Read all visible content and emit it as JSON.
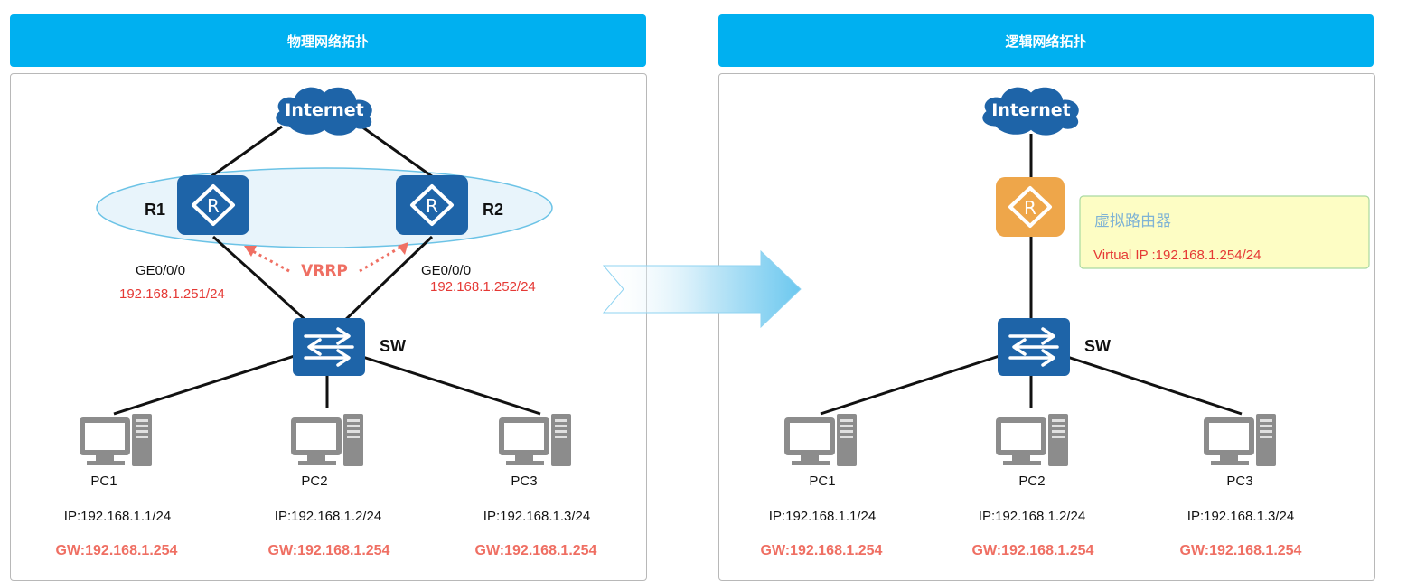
{
  "left_panel": {
    "title": "物理网络拓扑"
  },
  "right_panel": {
    "title": "逻辑网络拓扑"
  },
  "colors": {
    "header": "#00b0f0",
    "device_blue": "#1e64a8",
    "virtual_router": "#eea64a",
    "link": "#111111",
    "accent_red": "#e53935",
    "gw_red": "#ef6f63",
    "vrrp_ellipse_fill": "#e8f4fb",
    "vrrp_ellipse_stroke": "#6cc3e6",
    "info_box_fill": "#fdfdc4",
    "info_box_stroke": "#a9d9a0"
  },
  "physical": {
    "cloud": "Internet",
    "r1": {
      "label": "R1",
      "interface": "GE0/0/0",
      "ip": "192.168.1.251/24"
    },
    "r2": {
      "label": "R2",
      "interface": "GE0/0/0",
      "ip": "192.168.1.252/24"
    },
    "protocol": "VRRP",
    "switch": "SW",
    "pcs": [
      {
        "name": "PC1",
        "ip": "IP:192.168.1.1/24",
        "gw": "GW:192.168.1.254"
      },
      {
        "name": "PC2",
        "ip": "IP:192.168.1.2/24",
        "gw": "GW:192.168.1.254"
      },
      {
        "name": "PC3",
        "ip": "IP:192.168.1.3/24",
        "gw": "GW:192.168.1.254"
      }
    ]
  },
  "logical": {
    "cloud": "Internet",
    "virtual_router": {
      "title": "虚拟路由器",
      "vip": "Virtual  IP :192.168.1.254/24"
    },
    "switch": "SW",
    "pcs": [
      {
        "name": "PC1",
        "ip": "IP:192.168.1.1/24",
        "gw": "GW:192.168.1.254"
      },
      {
        "name": "PC2",
        "ip": "IP:192.168.1.2/24",
        "gw": "GW:192.168.1.254"
      },
      {
        "name": "PC3",
        "ip": "IP:192.168.1.3/24",
        "gw": "GW:192.168.1.254"
      }
    ]
  },
  "icons": [
    "cloud-icon",
    "router-icon",
    "switch-icon",
    "pc-icon",
    "arrow-right-icon"
  ]
}
